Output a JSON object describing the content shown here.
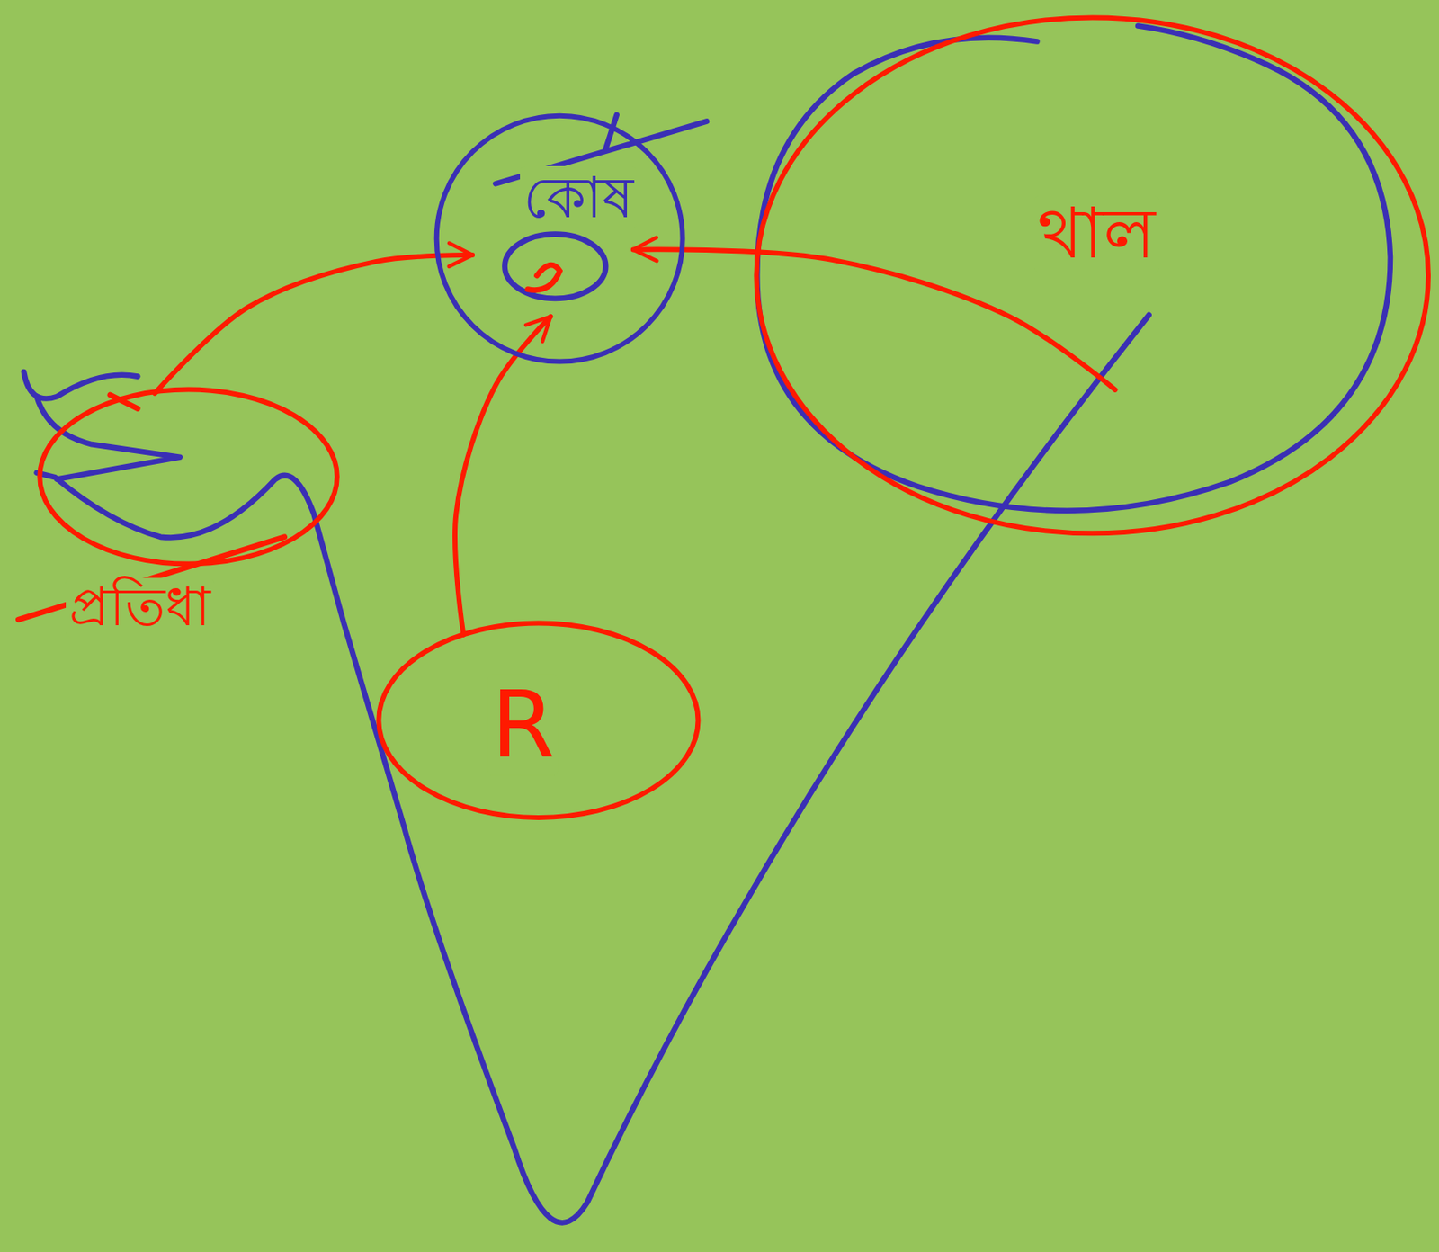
{
  "diagram": {
    "nodes": [
      {
        "text": [
          "কোষ"
        ]
      },
      {
        "text": [
          "থাল"
        ]
      },
      {
        "text": [
          "প্রতিধা"
        ]
      },
      {
        "text": [
          "R"
        ]
      }
    ],
    "edges": [
      {
        "from": 2,
        "to": 0,
        "arrow": "to"
      },
      {
        "from": 3,
        "to": 0,
        "arrow": "to"
      },
      {
        "from": 1,
        "to": 0,
        "arrow": "to"
      }
    ]
  }
}
